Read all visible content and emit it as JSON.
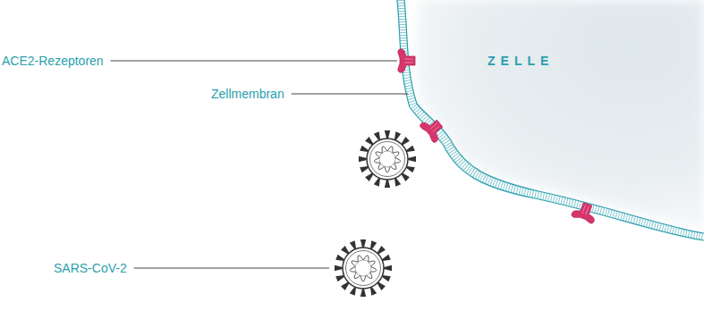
{
  "diagram": {
    "labels": [
      "ACE2-Rezeptoren",
      "Zellmembran",
      "ZELLE",
      "SARS-CoV-2"
    ]
  }
}
